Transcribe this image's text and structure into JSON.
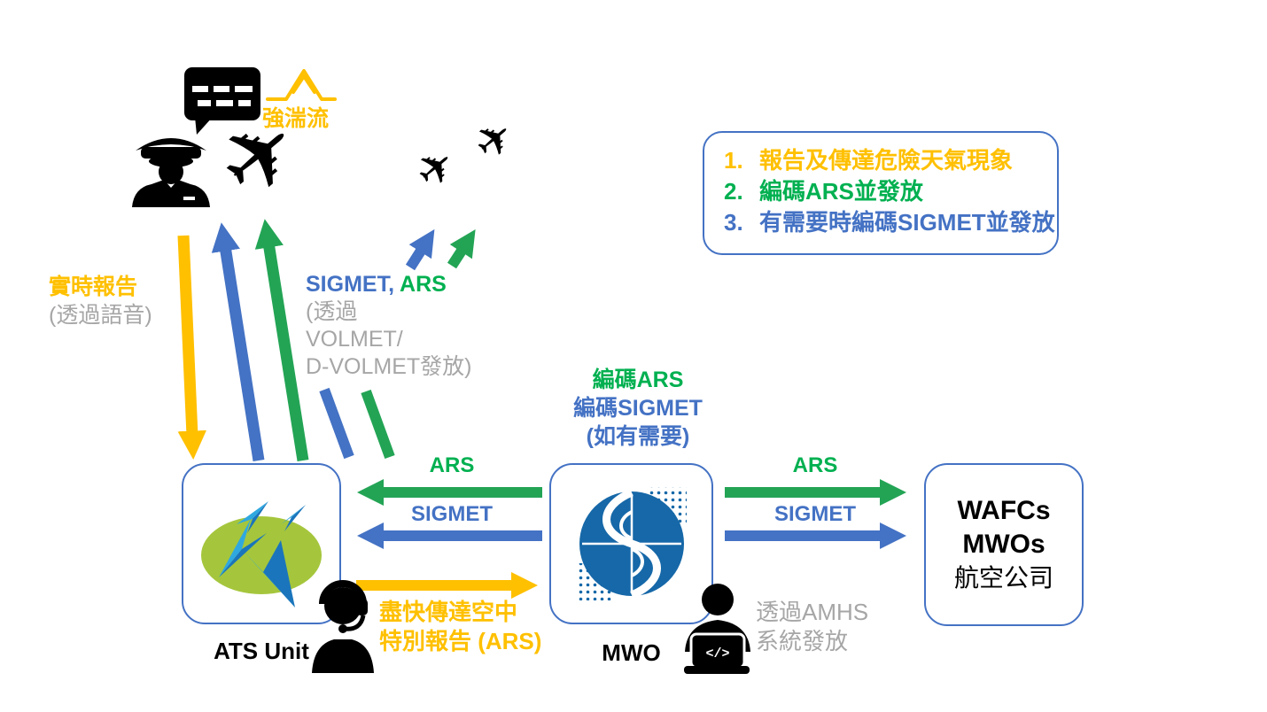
{
  "colors": {
    "yellow": "#FFC000",
    "blue": "#4472C4",
    "green_text": "#00B050",
    "green_arrow": "#23A455",
    "gray": "#A6A6A6",
    "logo_blue": "#1668A8",
    "ellipse_green": "#A5C63C",
    "black": "#000000"
  },
  "turbulence_label": "強湍流",
  "legend": {
    "items": [
      {
        "number": "1.",
        "text": "報告及傳達危險天氣現象",
        "color": "#FFC000"
      },
      {
        "number": "2.",
        "text": "編碼ARS並發放",
        "color": "#00B050"
      },
      {
        "number": "3.",
        "text": "有需要時編碼SIGMET並發放",
        "color": "#4472C4"
      }
    ]
  },
  "realtime_report": {
    "line1": "實時報告",
    "line2": "(透過語音)"
  },
  "volmet_label": {
    "sigmet": "SIGMET,",
    "ars": " ARS",
    "line2": "(透過",
    "line3": "VOLMET/",
    "line4": "D-VOLMET發放)"
  },
  "mwo_tasks": {
    "line1": "編碼ARS",
    "line2": "編碼SIGMET",
    "line3": "(如有需要)"
  },
  "ats_mwo_flows": {
    "ars": "ARS",
    "sigmet": "SIGMET"
  },
  "mwo_wafc_flows": {
    "ars": "ARS",
    "sigmet": "SIGMET"
  },
  "relay_note": {
    "line1": "盡快傳達空中",
    "line2": "特別報告 (ARS)"
  },
  "amhs_note": {
    "line1": "透過AMHS",
    "line2": "系統發放"
  },
  "nodes": {
    "ats": {
      "label": "ATS Unit"
    },
    "mwo": {
      "label": "MWO"
    },
    "wafc": {
      "line1": "WAFCs",
      "line2": "MWOs",
      "line3": "航空公司"
    }
  },
  "laptop_code": "</>",
  "plane_glyph": "✈"
}
